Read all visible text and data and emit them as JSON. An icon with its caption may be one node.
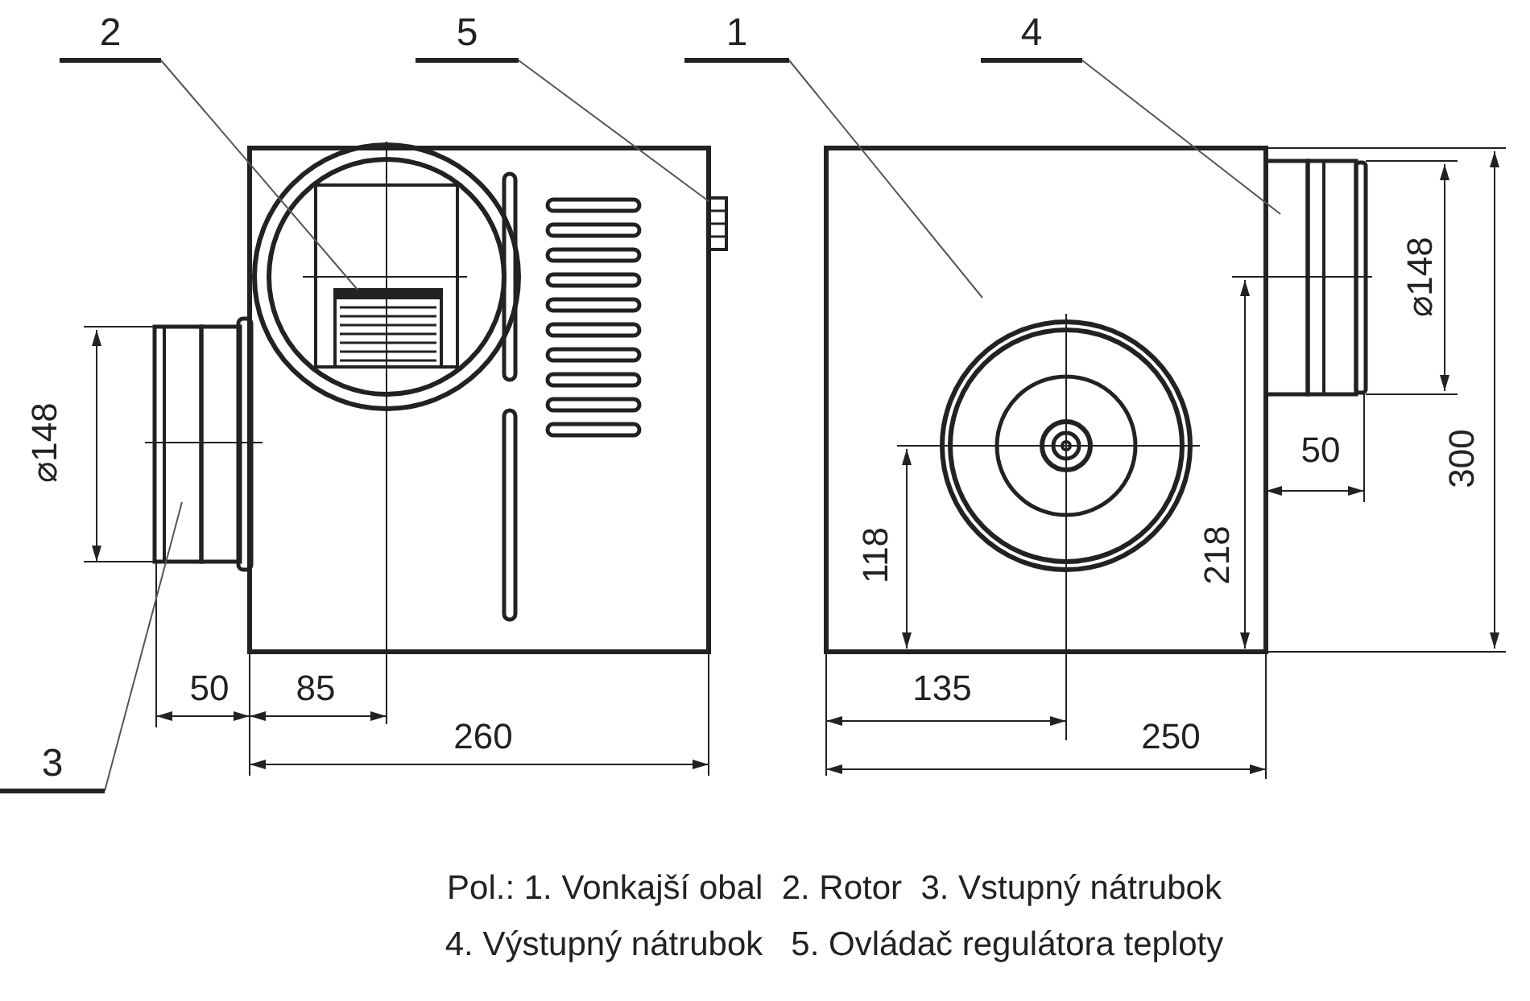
{
  "diagram": {
    "nodes": [
      {
        "text": [
          "2"
        ]
      },
      {
        "text": [
          "5"
        ]
      },
      {
        "text": [
          "1"
        ]
      },
      {
        "text": [
          "4"
        ]
      },
      {
        "text": [
          "3"
        ]
      }
    ],
    "edges": [
      {
        "from": 0,
        "to": null,
        "arrow": "none"
      },
      {
        "from": 1,
        "to": null,
        "arrow": "none"
      },
      {
        "from": 2,
        "to": null,
        "arrow": "none"
      },
      {
        "from": 3,
        "to": null,
        "arrow": "none"
      },
      {
        "from": 4,
        "to": null,
        "arrow": "none"
      }
    ],
    "labels": [
      "⌀148",
      "⌀148",
      "50",
      "300",
      "118",
      "218",
      "50",
      "85",
      "135",
      "260",
      "250",
      "Pol.: 1. Vonkajší obal  2. Rotor  3. Vstupný nátrubok",
      "4. Výstupný nátrubok   5. Ovládač regulátora teploty"
    ]
  }
}
